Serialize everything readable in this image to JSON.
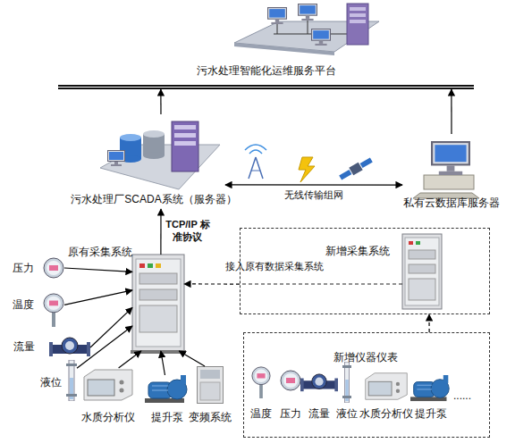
{
  "diagram": {
    "nodes": [
      {
        "text": [
          "污水处理智能化运维服务平台"
        ]
      },
      {
        "text": [
          "污水处理厂SCADA系统（服务器）"
        ]
      },
      {
        "text": [
          "私有云数据库服务器"
        ]
      },
      {
        "text": [
          "原有采集系统"
        ]
      },
      {
        "text": [
          "压力"
        ]
      },
      {
        "text": [
          "温度"
        ]
      },
      {
        "text": [
          "流量"
        ]
      },
      {
        "text": [
          "液位"
        ]
      },
      {
        "text": [
          "水质分析仪"
        ]
      },
      {
        "text": [
          "提升泵"
        ]
      },
      {
        "text": [
          "变频系统"
        ]
      },
      {
        "text": [
          "新增采集系统"
        ]
      },
      {
        "text": [
          "新增仪器仪表"
        ]
      },
      {
        "text": [
          "温度"
        ],
        "in": 12
      },
      {
        "text": [
          "压力"
        ],
        "in": 12
      },
      {
        "text": [
          "流量"
        ],
        "in": 12
      },
      {
        "text": [
          "液位"
        ],
        "in": 12
      },
      {
        "text": [
          "水质分析仪"
        ],
        "in": 12
      },
      {
        "text": [
          "提升泵"
        ],
        "in": 12
      }
    ],
    "edges": [
      {
        "from": 1,
        "to": 0,
        "arrow": "to"
      },
      {
        "from": 2,
        "to": 0,
        "arrow": "to"
      },
      {
        "from": 1,
        "to": 2,
        "label": "无线传输组网",
        "arrow": "both"
      },
      {
        "from": 3,
        "to": 1,
        "label": "TCP/IP 标准协议",
        "arrow": "to"
      },
      {
        "from": 4,
        "to": 3,
        "arrow": "to"
      },
      {
        "from": 5,
        "to": 3,
        "arrow": "to"
      },
      {
        "from": 6,
        "to": 3,
        "arrow": "to"
      },
      {
        "from": 7,
        "to": 3,
        "arrow": "to"
      },
      {
        "from": 8,
        "to": 3,
        "arrow": "to"
      },
      {
        "from": 9,
        "to": 3,
        "arrow": "to"
      },
      {
        "from": 10,
        "to": 3,
        "arrow": "to"
      },
      {
        "from": 11,
        "to": 3,
        "label": "接入原有数据采集系统",
        "arrow": "to"
      },
      {
        "from": 12,
        "to": 11,
        "arrow": "to"
      }
    ],
    "labels": [
      "......"
    ]
  }
}
